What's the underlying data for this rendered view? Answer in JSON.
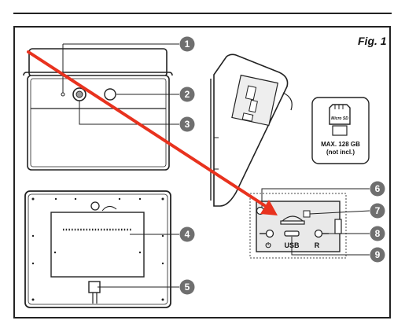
{
  "figure": {
    "label": "Fig. 1"
  },
  "callouts": [
    "1",
    "2",
    "3",
    "4",
    "5",
    "6",
    "7",
    "8",
    "9"
  ],
  "sd_card": {
    "icon_label": "Micro SD",
    "capacity": "MAX. 128 GB",
    "note": "(not incl.)"
  },
  "ports": {
    "usb_label": "USB",
    "reset_label": "R",
    "power_symbol": "⏻"
  },
  "colors": {
    "arrow": "#e8321e",
    "callout_fill": "#6f6f6f",
    "line": "#222222",
    "panel_fill": "#e9e9e9"
  }
}
